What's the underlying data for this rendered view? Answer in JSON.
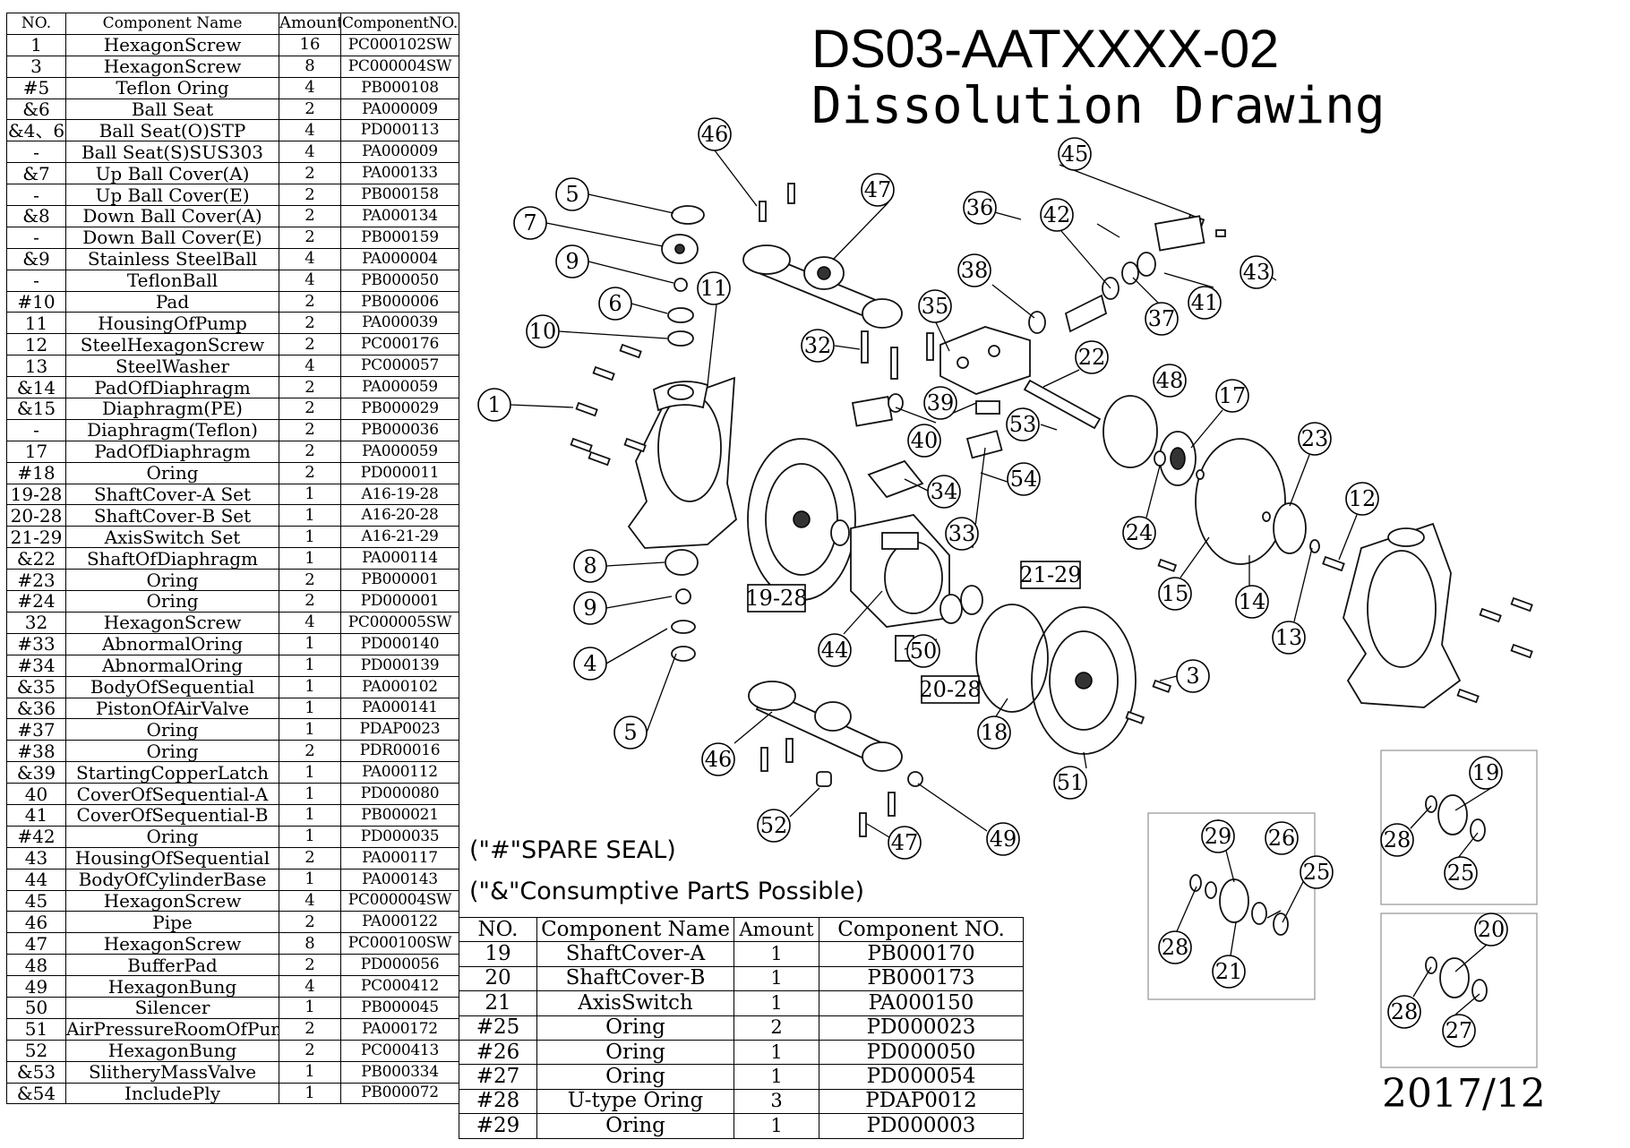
{
  "title": {
    "code": "DS03-AATXXXX-02",
    "name": "Dissolution Drawing"
  },
  "notes": {
    "spare_seal": "(\"#\"SPARE SEAL)",
    "consumptive": "(\"&\"Consumptive PartS Possible)"
  },
  "date": "2017/12",
  "main_table": {
    "headers": [
      "NO.",
      "Component Name",
      "Amount",
      "ComponentNO."
    ],
    "rows": [
      [
        "1",
        "HexagonScrew",
        "16",
        "PC000102SW"
      ],
      [
        "3",
        "HexagonScrew",
        "8",
        "PC000004SW"
      ],
      [
        "#5",
        "Teflon Oring",
        "4",
        "PB000108"
      ],
      [
        "&6",
        "Ball Seat",
        "2",
        "PA000009"
      ],
      [
        "&4、6",
        "Ball Seat(O)STP",
        "4",
        "PD000113"
      ],
      [
        "-",
        "Ball Seat(S)SUS303",
        "4",
        "PA000009"
      ],
      [
        "&7",
        "Up Ball Cover(A)",
        "2",
        "PA000133"
      ],
      [
        "-",
        "Up Ball Cover(E)",
        "2",
        "PB000158"
      ],
      [
        "&8",
        "Down Ball Cover(A)",
        "2",
        "PA000134"
      ],
      [
        "-",
        "Down Ball Cover(E)",
        "2",
        "PB000159"
      ],
      [
        "&9",
        "Stainless SteelBall",
        "4",
        "PA000004"
      ],
      [
        "-",
        "TeflonBall",
        "4",
        "PB000050"
      ],
      [
        "#10",
        "Pad",
        "2",
        "PB000006"
      ],
      [
        "11",
        "HousingOfPump",
        "2",
        "PA000039"
      ],
      [
        "12",
        "SteelHexagonScrew",
        "2",
        "PC000176"
      ],
      [
        "13",
        "SteelWasher",
        "4",
        "PC000057"
      ],
      [
        "&14",
        "PadOfDiaphragm",
        "2",
        "PA000059"
      ],
      [
        "&15",
        "Diaphragm(PE)",
        "2",
        "PB000029"
      ],
      [
        "-",
        "Diaphragm(Teflon)",
        "2",
        "PB000036"
      ],
      [
        "17",
        "PadOfDiaphragm",
        "2",
        "PA000059"
      ],
      [
        "#18",
        "Oring",
        "2",
        "PD000011"
      ],
      [
        "19-28",
        "ShaftCover-A Set",
        "1",
        "A16-19-28"
      ],
      [
        "20-28",
        "ShaftCover-B Set",
        "1",
        "A16-20-28"
      ],
      [
        "21-29",
        "AxisSwitch Set",
        "1",
        "A16-21-29"
      ],
      [
        "&22",
        "ShaftOfDiaphragm",
        "1",
        "PA000114"
      ],
      [
        "#23",
        "Oring",
        "2",
        "PB000001"
      ],
      [
        "#24",
        "Oring",
        "2",
        "PD000001"
      ],
      [
        "32",
        "HexagonScrew",
        "4",
        "PC000005SW"
      ],
      [
        "#33",
        "AbnormalOring",
        "1",
        "PD000140"
      ],
      [
        "#34",
        "AbnormalOring",
        "1",
        "PD000139"
      ],
      [
        "&35",
        "BodyOfSequential",
        "1",
        "PA000102"
      ],
      [
        "&36",
        "PistonOfAirValve",
        "1",
        "PA000141"
      ],
      [
        "#37",
        "Oring",
        "1",
        "PDAP0023"
      ],
      [
        "#38",
        "Oring",
        "2",
        "PDR00016"
      ],
      [
        "&39",
        "StartingCopperLatch",
        "1",
        "PA000112"
      ],
      [
        "40",
        "CoverOfSequential-A",
        "1",
        "PD000080"
      ],
      [
        "41",
        "CoverOfSequential-B",
        "1",
        "PB000021"
      ],
      [
        "#42",
        "Oring",
        "1",
        "PD000035"
      ],
      [
        "43",
        "HousingOfSequential",
        "2",
        "PA000117"
      ],
      [
        "44",
        "BodyOfCylinderBase",
        "1",
        "PA000143"
      ],
      [
        "45",
        "HexagonScrew",
        "4",
        "PC000004SW"
      ],
      [
        "46",
        "Pipe",
        "2",
        "PA000122"
      ],
      [
        "47",
        "HexagonScrew",
        "8",
        "PC000100SW"
      ],
      [
        "48",
        "BufferPad",
        "2",
        "PD000056"
      ],
      [
        "49",
        "HexagonBung",
        "4",
        "PC000412"
      ],
      [
        "50",
        "Silencer",
        "1",
        "PB000045"
      ],
      [
        "51",
        "AirPressureRoomOfPump",
        "2",
        "PA000172"
      ],
      [
        "52",
        "HexagonBung",
        "2",
        "PC000413"
      ],
      [
        "&53",
        "SlitheryMassValve",
        "1",
        "PB000334"
      ],
      [
        "&54",
        "IncludePly",
        "1",
        "PB000072"
      ]
    ]
  },
  "sub_table": {
    "headers": [
      "NO.",
      "Component Name",
      "Amount",
      "Component NO."
    ],
    "rows": [
      [
        "19",
        "ShaftCover-A",
        "1",
        "PB000170"
      ],
      [
        "20",
        "ShaftCover-B",
        "1",
        "PB000173"
      ],
      [
        "21",
        "AxisSwitch",
        "1",
        "PA000150"
      ],
      [
        "#25",
        "Oring",
        "2",
        "PD000023"
      ],
      [
        "#26",
        "Oring",
        "1",
        "PD000050"
      ],
      [
        "#27",
        "Oring",
        "1",
        "PD000054"
      ],
      [
        "#28",
        "U-type Oring",
        "3",
        "PDAP0012"
      ],
      [
        "#29",
        "Oring",
        "1",
        "PD000003"
      ]
    ]
  },
  "callouts": [
    "1",
    "3",
    "4",
    "5",
    "5",
    "6",
    "7",
    "8",
    "9",
    "9",
    "10",
    "11",
    "12",
    "13",
    "14",
    "15",
    "17",
    "18",
    "22",
    "23",
    "24",
    "25",
    "25",
    "26",
    "27",
    "28",
    "28",
    "28",
    "29",
    "20",
    "21",
    "19",
    "32",
    "33",
    "34",
    "35",
    "36",
    "37",
    "38",
    "39",
    "40",
    "41",
    "42",
    "43",
    "44",
    "45",
    "46",
    "46",
    "47",
    "47",
    "48",
    "49",
    "50",
    "51",
    "52",
    "53",
    "54"
  ],
  "box_labels": [
    "19-28",
    "20-28",
    "21-29"
  ]
}
